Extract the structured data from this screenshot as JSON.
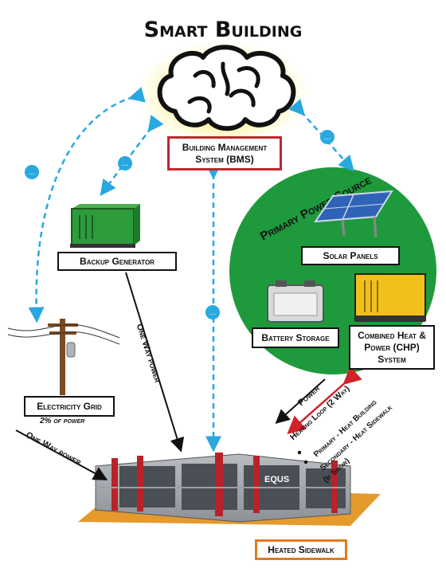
{
  "title": "Smart Building",
  "bms": {
    "label": "Building Management System (BMS)"
  },
  "primary_source": {
    "label": "Primary Power Source"
  },
  "components": {
    "backup_generator": "Backup Generator",
    "solar_panels": "Solar Panels",
    "battery_storage": "Battery Storage",
    "chp": "Combined Heat & Power (CHP) System",
    "electricity_grid": "Electricity Grid",
    "heated_sidewalk": "Heated Sidewalk"
  },
  "notes": {
    "grid_share": "2% of power",
    "one_way_power": "One Way power",
    "one_way_power_grid": "One Way power",
    "power": "Power",
    "heating_loop": "Heating Loop (2 Way)",
    "primary_heat": "Primary - Heat Building",
    "secondary_heat": "Secondary - Heat Sidewalk",
    "if_snow": "(If Snow)",
    "building_sign": "EQUS"
  },
  "colors": {
    "green": "#1e9a3d",
    "comm_arrow": "#29a8e0",
    "bms_border": "#c0272d",
    "sidewalk_border": "#e07a1f",
    "heating_arrow": "#d1222a"
  },
  "icons": [
    "brain-icon",
    "generator-icon",
    "solar-panel-icon",
    "battery-icon",
    "chp-generator-icon",
    "utility-pole-icon",
    "office-building-icon",
    "chat-bubble-icon"
  ]
}
